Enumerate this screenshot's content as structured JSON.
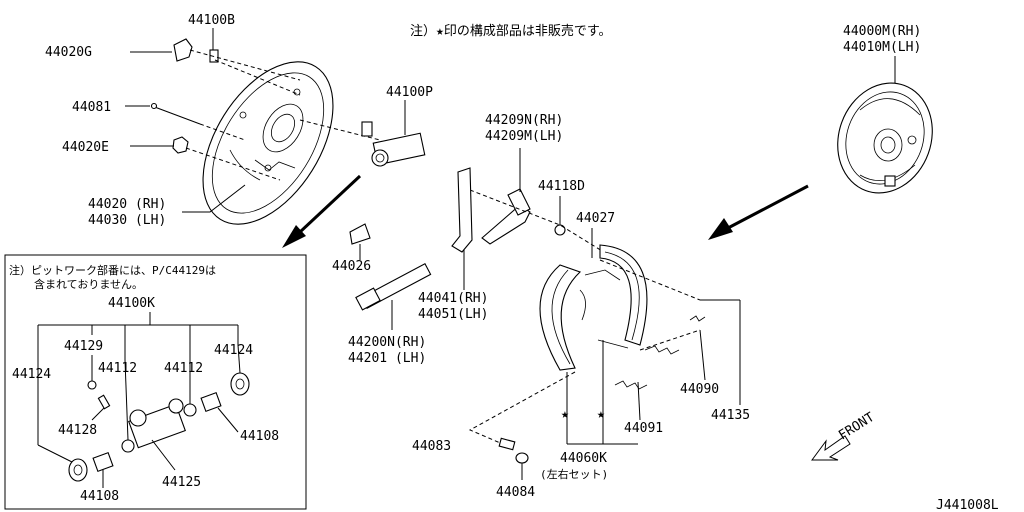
{
  "note_top": "注）★印の構成部品は非販売です。",
  "labels": {
    "p44100B_top": "44100B",
    "p44020G": "44020G",
    "p44081": "44081",
    "p44020E": "44020E",
    "p44020rh": "44020 (RH)",
    "p44030lh": "44030 (LH)",
    "p44100P": "44100P",
    "p44209N": "44209N(RH)",
    "p44209M": "44209M(LH)",
    "p44118D": "44118D",
    "p44027": "44027",
    "p44026": "44026",
    "p44041": "44041(RH)",
    "p44051": "44051(LH)",
    "p44200N": "44200N(RH)",
    "p44201": "44201  (LH)",
    "p44000M": "44000M(RH)",
    "p44010M": "44010M(LH)",
    "p44090": "44090",
    "p44091": "44091",
    "p44135": "44135",
    "p44083": "44083",
    "p44060K": "44060K",
    "set_note": "(左右セット)",
    "p44084": "44084",
    "front": "FRONT",
    "diagram_id": "J441008L"
  },
  "inset": {
    "note_line1": "注）ピットワーク部番には、P/C44129は",
    "note_line2": "含まれておりません。",
    "p44100K": "44100K",
    "p44129": "44129",
    "p44112a": "44112",
    "p44112b": "44112",
    "p44124a": "44124",
    "p44124b": "44124",
    "p44128": "44128",
    "p44108a": "44108",
    "p44108b": "44108",
    "p44125": "44125"
  },
  "marks": {
    "star": "★"
  }
}
